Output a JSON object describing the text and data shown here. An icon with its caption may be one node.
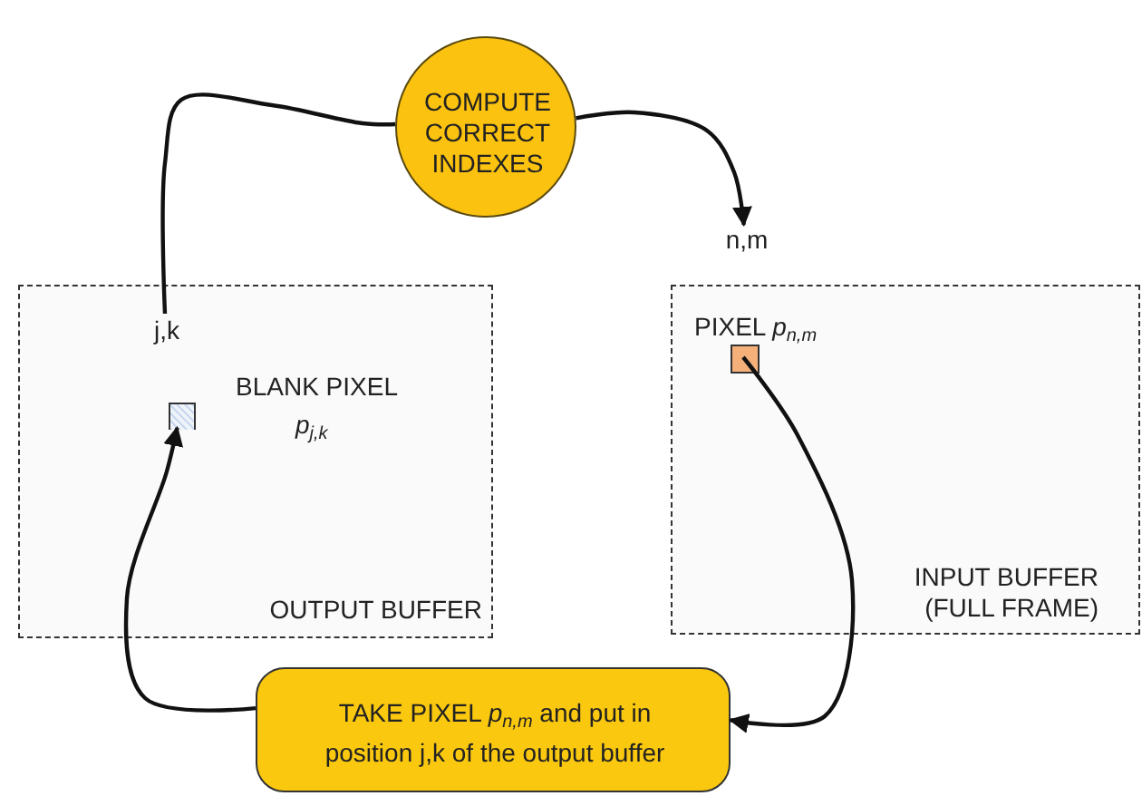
{
  "diagram": {
    "nodes": [
      {
        "text": [
          "COMPUTE CORRECT INDEXES"
        ]
      },
      {
        "text": [
          "n,m"
        ]
      },
      {
        "text": [
          "OUTPUT BUFFER"
        ]
      },
      {
        "text": [
          "j,k"
        ],
        "in": 2
      },
      {
        "text": [],
        "shape": "box",
        "in": 2,
        "beside": [
          "BLANK PIXEL",
          "*p*$_{j,k}$"
        ]
      },
      {
        "text": [
          "INPUT BUFFER (FULL FRAME)"
        ]
      },
      {
        "text": [],
        "shape": "box",
        "in": 5,
        "beside": [
          "PIXEL *p*$_{n,m}$"
        ]
      },
      {
        "text": [
          "TAKE PIXEL *p*$_{n,m}$ and put in position j,k of the output buffer"
        ]
      }
    ],
    "edges": [
      {
        "from": 3,
        "to": 0,
        "arrow": "none"
      },
      {
        "from": 0,
        "to": 1,
        "arrow": "to"
      },
      {
        "from": 6,
        "to": 7,
        "arrow": "to"
      },
      {
        "from": 7,
        "to": 4,
        "arrow": "to"
      }
    ]
  }
}
